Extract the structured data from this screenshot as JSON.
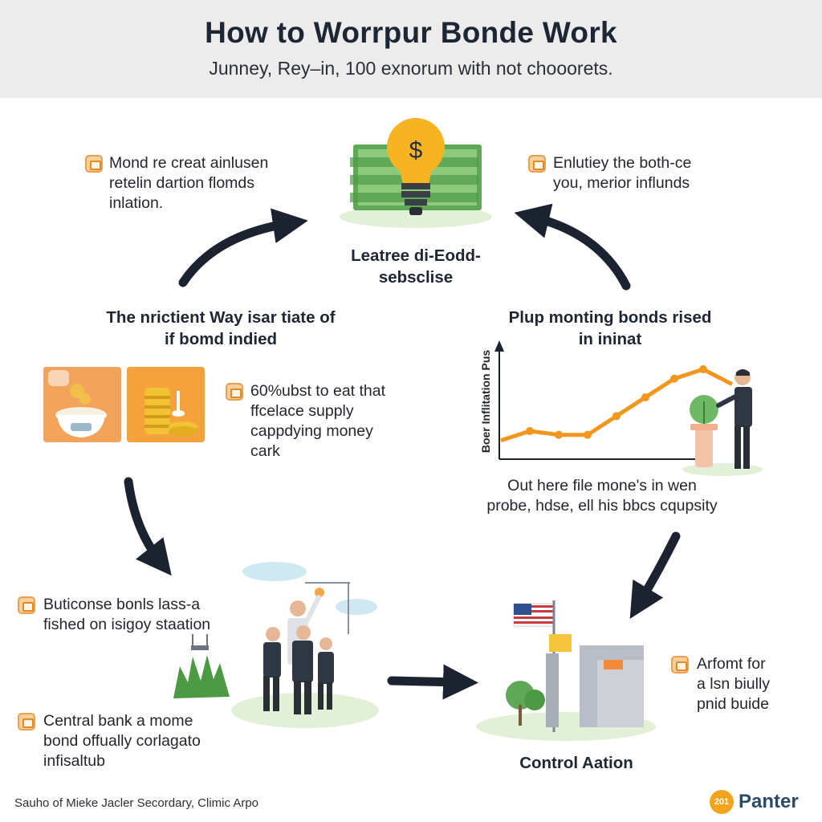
{
  "header": {
    "title": "How to Worrpur Bonde Work",
    "subtitle": "Junney, Rey–in, 100 exnorum with not chooorets."
  },
  "top": {
    "left_note": [
      "Mond re creat ainlusen",
      "retelin dartion flomds",
      "inlation."
    ],
    "right_note": [
      "Enlutiey the both-ce",
      "you, merior influnds"
    ],
    "center_caption": [
      "Leatree di-Eodd-",
      "sebsclise"
    ]
  },
  "left_section": {
    "heading": [
      "The nrictient Way isar tiate of",
      "if bomd indied"
    ],
    "note": [
      "60%ubst to eat that",
      "ffcelace supply",
      "cappdying money",
      "cark"
    ]
  },
  "right_section": {
    "heading": [
      "Plup monting bonds rised",
      "in ininat"
    ],
    "chart_axis_label": "Boer Inflitation Pus",
    "caption": [
      "Out here file mone's in wen",
      "probe, hdse, ell his bbcs cqupsity"
    ]
  },
  "bottom_left": {
    "note_top": [
      "Buticonse bonls lass-a",
      "fished on isigoy staation"
    ],
    "note_bottom": [
      "Central bank a mome",
      "bond offually corlagato",
      "infisaltub"
    ]
  },
  "bottom_right": {
    "note": [
      "Arfomt for",
      "a lsn biully",
      "pnid buide"
    ],
    "caption": "Control Aation"
  },
  "footer": {
    "source": "Sauho of Mieke Jacler Secordary, Climic Arpo",
    "brand_badge": "201",
    "brand_name": "Panter"
  },
  "chart_data": {
    "type": "line",
    "ylabel": "Boer Inflitation Pus",
    "xlabel": "",
    "series": [
      {
        "values": [
          2.0,
          3.0,
          2.6,
          2.6,
          4.6,
          6.6,
          8.6,
          9.6,
          8.0
        ]
      }
    ],
    "ylim": [
      0,
      12
    ],
    "grid": false
  },
  "colors": {
    "accent": "#f2961e",
    "arrow": "#1b2230",
    "money": "#6fb865",
    "bulb": "#f6b423",
    "header_bg": "#ececec"
  }
}
